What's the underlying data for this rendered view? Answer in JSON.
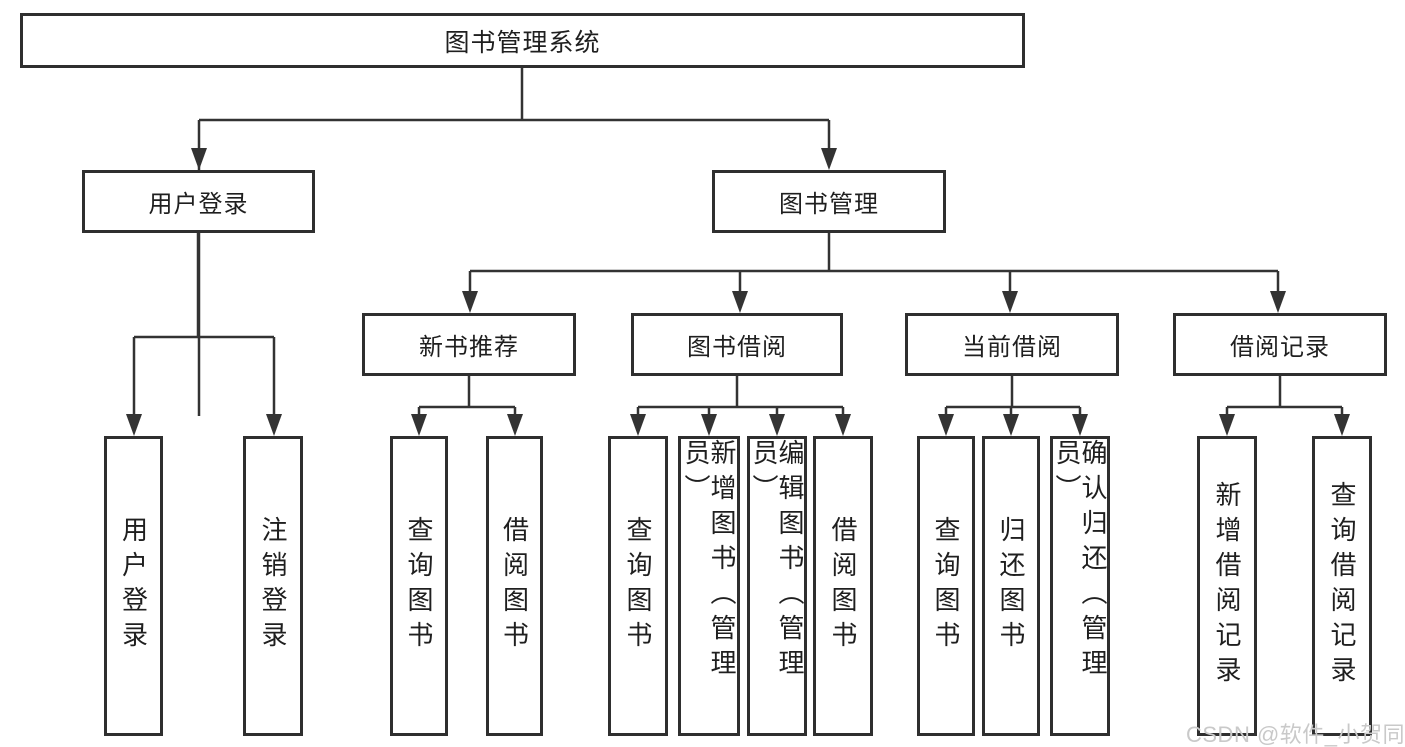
{
  "diagram_title": "图书管理系统",
  "nodes": {
    "root": {
      "label": "图书管理系统"
    },
    "level2": [
      {
        "label": "用户登录"
      },
      {
        "label": "图书管理"
      }
    ],
    "level3": [
      {
        "label": "新书推荐"
      },
      {
        "label": "图书借阅"
      },
      {
        "label": "当前借阅"
      },
      {
        "label": "借阅记录"
      }
    ],
    "leaves": [
      {
        "label": "用户登录"
      },
      {
        "label": "注销登录"
      },
      {
        "label": "查询图书"
      },
      {
        "label": "借阅图书"
      },
      {
        "label": "查询图书"
      },
      {
        "label": "新增图书（管理员）"
      },
      {
        "label": "编辑图书（管理员）"
      },
      {
        "label": "借阅图书"
      },
      {
        "label": "查询图书"
      },
      {
        "label": "归还图书"
      },
      {
        "label": "确认归还（管理员）"
      },
      {
        "label": "新增借阅记录"
      },
      {
        "label": "查询借阅记录"
      }
    ]
  },
  "hierarchy": {
    "图书管理系统": [
      "用户登录",
      "图书管理"
    ],
    "用户登录": [
      "用户登录",
      "注销登录"
    ],
    "图书管理": [
      "新书推荐",
      "图书借阅",
      "当前借阅",
      "借阅记录"
    ],
    "新书推荐": [
      "查询图书",
      "借阅图书"
    ],
    "图书借阅": [
      "查询图书",
      "新增图书（管理员）",
      "编辑图书（管理员）",
      "借阅图书"
    ],
    "当前借阅": [
      "查询图书",
      "归还图书",
      "确认归还（管理员）"
    ],
    "借阅记录": [
      "新增借阅记录",
      "查询借阅记录"
    ]
  },
  "watermark": {
    "text": "CSDN @软件_小贺同学",
    "color": "#c9c9c9"
  },
  "colors": {
    "line": "#333333",
    "box_border": "#2f2f2f",
    "text": "#1f1f1f",
    "background": "#ffffff"
  }
}
